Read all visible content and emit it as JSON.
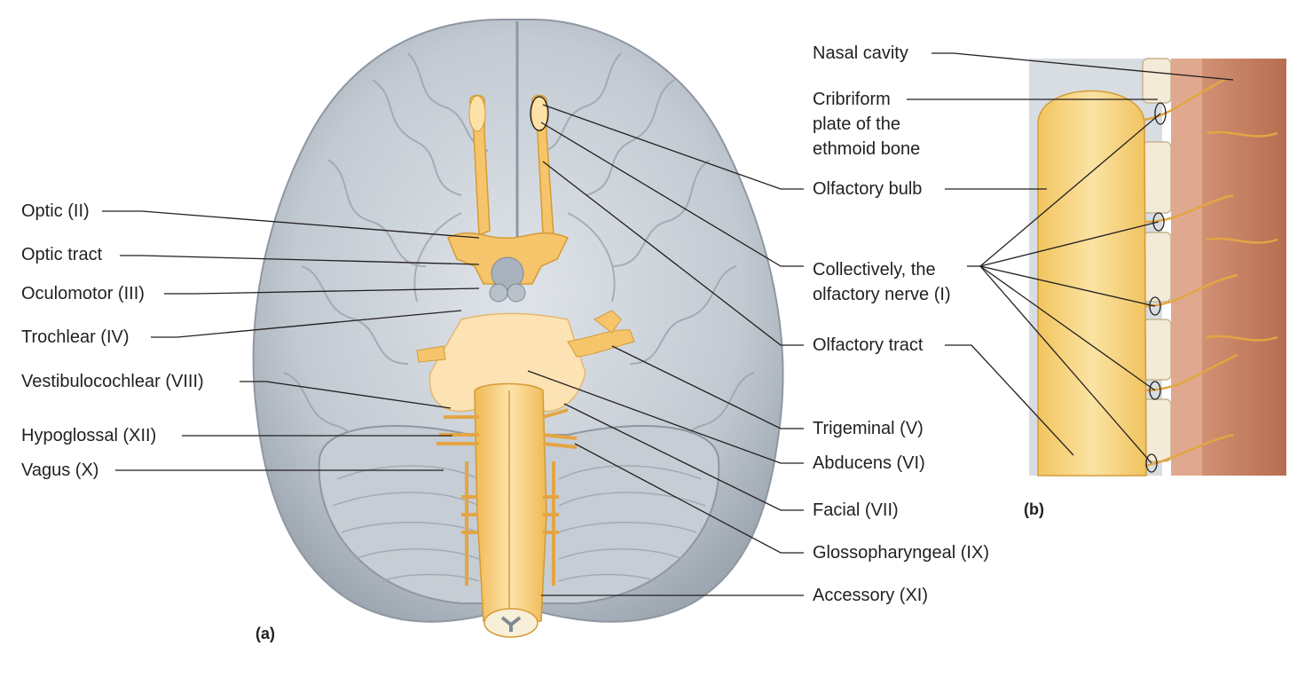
{
  "panels": {
    "a": "(a)",
    "b": "(b)"
  },
  "labels_left": {
    "optic": "Optic (II)",
    "optic_tract": "Optic tract",
    "oculomotor": "Oculomotor (III)",
    "trochlear": "Trochlear (IV)",
    "vestibulocochlear": "Vestibulocochlear (VIII)",
    "hypoglossal": "Hypoglossal (XII)",
    "vagus": "Vagus (X)"
  },
  "labels_right": {
    "nasal_cavity": "Nasal cavity",
    "cribriform_1": "Cribriform",
    "cribriform_2": "plate of the",
    "cribriform_3": "ethmoid bone",
    "olfactory_bulb": "Olfactory bulb",
    "collectively_1": "Collectively, the",
    "collectively_2": "olfactory nerve (I)",
    "olfactory_tract": "Olfactory tract",
    "trigeminal": "Trigeminal (V)",
    "abducens": "Abducens (VI)",
    "facial": "Facial (VII)",
    "glossopharyngeal": "Glossopharyngeal (IX)",
    "accessory": "Accessory (XI)"
  },
  "colors": {
    "brain": "#c9cfd6",
    "brain_shadow": "#9aa3ad",
    "nerve": "#f6c56b",
    "nerve_light": "#fde2a8",
    "bone": "#f3ead7",
    "mucosa": "#c7836a",
    "bulb": "#f5cf72"
  }
}
